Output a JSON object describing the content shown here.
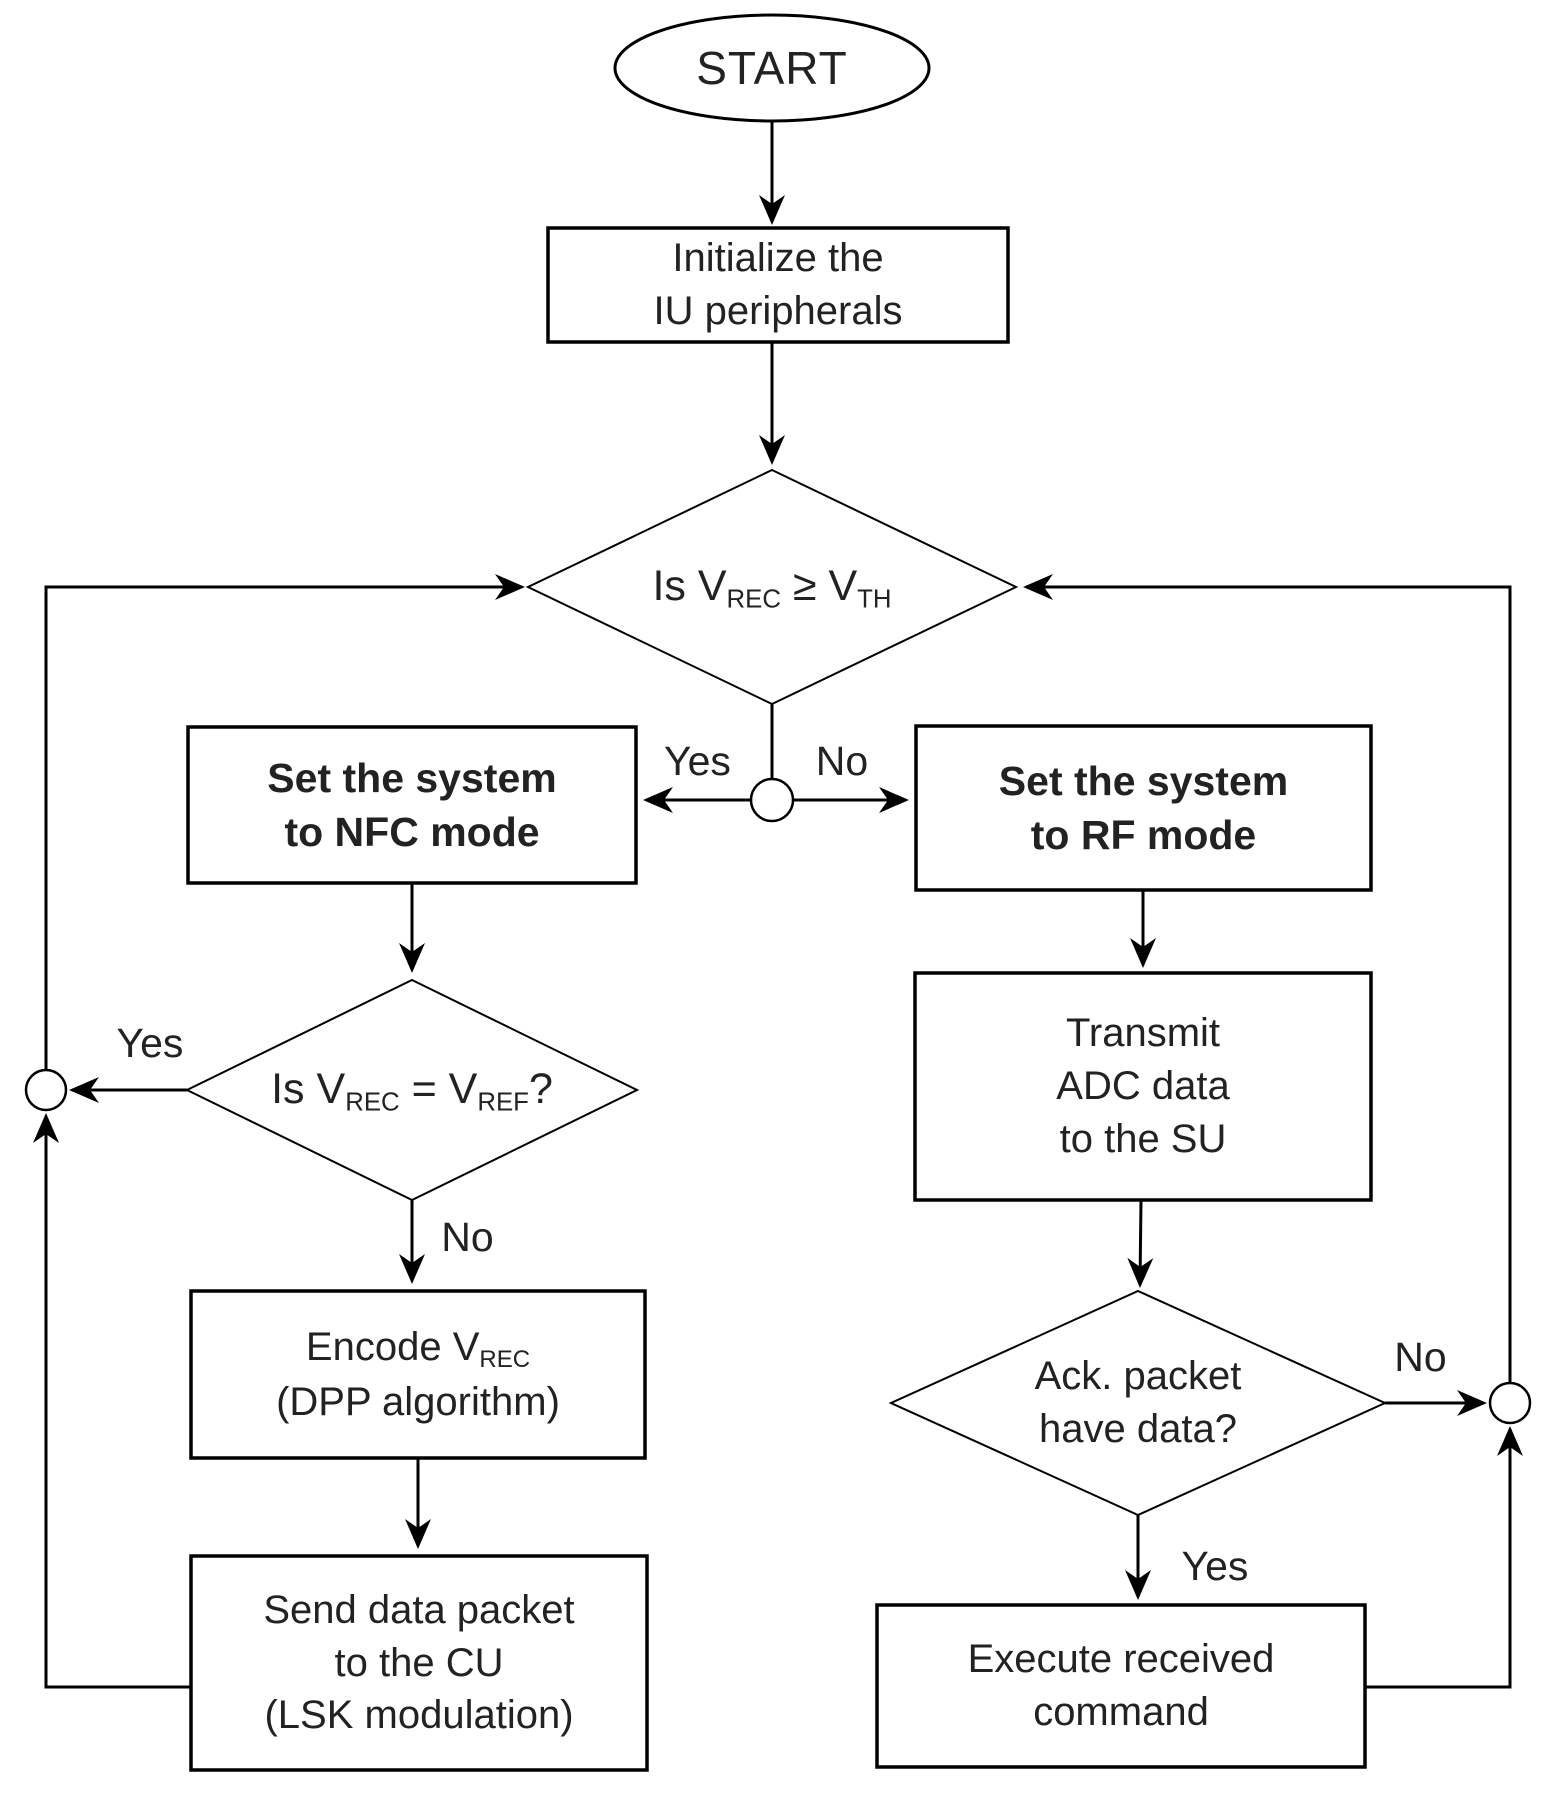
{
  "colors": {
    "line": "#000000",
    "text": "#222222",
    "shape_fill": "#ffffff"
  },
  "nodes": {
    "start": {
      "type": "terminator",
      "text": "START"
    },
    "initialize": {
      "type": "process",
      "lines": [
        [
          "Initialize the"
        ],
        [
          "IU peripherals"
        ]
      ]
    },
    "vrec_vth": {
      "type": "decision",
      "lines": [
        [
          {
            "t": "Is V"
          },
          {
            "t": "REC",
            "sub": true
          },
          {
            "t": " ≥ V"
          },
          {
            "t": "TH",
            "sub": true
          }
        ]
      ]
    },
    "nfc": {
      "type": "process",
      "emphasis": "bold",
      "lines": [
        [
          "Set the system"
        ],
        [
          "to NFC mode"
        ]
      ]
    },
    "rf": {
      "type": "process",
      "emphasis": "bold",
      "lines": [
        [
          "Set the system"
        ],
        [
          "to RF mode"
        ]
      ]
    },
    "vrec_vref": {
      "type": "decision",
      "lines": [
        [
          {
            "t": "Is V"
          },
          {
            "t": "REC",
            "sub": true
          },
          {
            "t": " = V"
          },
          {
            "t": "REF",
            "sub": true
          },
          {
            "t": "?"
          }
        ]
      ]
    },
    "encode": {
      "type": "process",
      "lines": [
        [
          {
            "t": "Encode V"
          },
          {
            "t": "REC",
            "sub": true
          }
        ],
        [
          "(DPP algorithm)"
        ]
      ]
    },
    "send": {
      "type": "process",
      "lines": [
        [
          "Send data packet"
        ],
        [
          "to the CU"
        ],
        [
          "(LSK modulation)"
        ]
      ]
    },
    "transmit": {
      "type": "process",
      "lines": [
        [
          "Transmit"
        ],
        [
          "ADC data"
        ],
        [
          "to the SU"
        ]
      ]
    },
    "ack": {
      "type": "decision",
      "lines": [
        [
          "Ack. packet"
        ],
        [
          "have data?"
        ]
      ]
    },
    "execute": {
      "type": "process",
      "lines": [
        [
          "Execute received"
        ],
        [
          "command"
        ]
      ]
    }
  },
  "edges": {
    "start_initialize": {
      "from": "start",
      "to": "initialize",
      "label": ""
    },
    "initialize_vrec_vth": {
      "from": "initialize",
      "to": "vrec_vth",
      "label": ""
    },
    "vrec_vth_junction": {
      "from": "vrec_vth",
      "to": "main-junction",
      "label": ""
    },
    "junction_nfc": {
      "from": "main-junction",
      "to": "nfc",
      "label": "Yes"
    },
    "junction_rf": {
      "from": "main-junction",
      "to": "rf",
      "label": "No"
    },
    "nfc_vrec_vref": {
      "from": "nfc",
      "to": "vrec_vref",
      "label": ""
    },
    "vrec_vref_left_junction": {
      "from": "vrec_vref",
      "to": "left-junction",
      "label": "Yes"
    },
    "vrec_vref_encode": {
      "from": "vrec_vref",
      "to": "encode",
      "label": "No"
    },
    "encode_send": {
      "from": "encode",
      "to": "send",
      "label": ""
    },
    "send_left_junction": {
      "from": "send",
      "to": "left-junction",
      "label": ""
    },
    "left_junction_vrec_vth": {
      "from": "left-junction",
      "to": "vrec_vth",
      "label": ""
    },
    "rf_transmit": {
      "from": "rf",
      "to": "transmit",
      "label": ""
    },
    "transmit_ack": {
      "from": "transmit",
      "to": "ack",
      "label": ""
    },
    "ack_right_junction": {
      "from": "ack",
      "to": "right-junction",
      "label": "No"
    },
    "ack_execute": {
      "from": "ack",
      "to": "execute",
      "label": "Yes"
    },
    "execute_right_junction": {
      "from": "execute",
      "to": "right-junction",
      "label": ""
    },
    "right_junction_vrec_vth": {
      "from": "right-junction",
      "to": "vrec_vth",
      "label": ""
    }
  }
}
